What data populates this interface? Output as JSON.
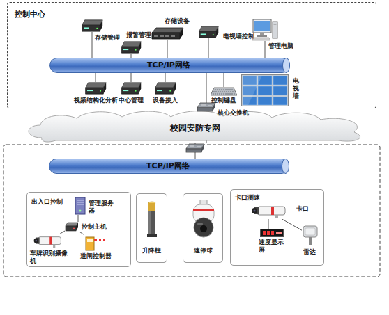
{
  "diagram": {
    "nodes": [
      {
        "text": [
          "控制中心"
        ]
      },
      {
        "text": [
          "存储管理"
        ],
        "in": 0
      },
      {
        "text": [
          "报警管理"
        ],
        "in": 0
      },
      {
        "text": [
          "存储设备"
        ],
        "in": 0
      },
      {
        "text": [
          "电视墙控制"
        ],
        "in": 0
      },
      {
        "text": [
          "管理电脑"
        ],
        "in": 0
      },
      {
        "text": [
          "TCP/IP网络"
        ],
        "in": 0
      },
      {
        "text": [
          "视频结构化分析"
        ],
        "in": 0
      },
      {
        "text": [
          "中心管理"
        ],
        "in": 0
      },
      {
        "text": [
          "设备接入"
        ],
        "in": 0
      },
      {
        "text": [
          "电视墙"
        ],
        "in": 0
      },
      {
        "text": [
          "控制键盘"
        ],
        "in": 0
      },
      {
        "text": [
          "核心交换机"
        ],
        "in": 0
      },
      {
        "text": [
          "校园安防专网"
        ]
      },
      {
        "text": [
          "TCP/IP网络"
        ]
      },
      {
        "text": [
          "出入口控制"
        ]
      },
      {
        "text": [
          "管理服务器"
        ],
        "in": 15
      },
      {
        "text": [
          "控制主机"
        ],
        "in": 15
      },
      {
        "text": [
          "车牌识别摄像机"
        ],
        "in": 15
      },
      {
        "text": [
          "道闸控制器"
        ],
        "in": 15
      },
      {
        "text": [
          "升降柱"
        ]
      },
      {
        "text": [
          "速停球"
        ]
      },
      {
        "text": [
          "卡口测速"
        ]
      },
      {
        "text": [
          "卡口"
        ],
        "in": 22
      },
      {
        "text": [
          "速度显示屏"
        ],
        "in": 22
      },
      {
        "text": [
          "雷达"
        ],
        "in": 22
      }
    ],
    "edges": [
      {
        "from": 1,
        "to": 6,
        "arrow": "none"
      },
      {
        "from": 2,
        "to": 6,
        "arrow": "none"
      },
      {
        "from": 3,
        "to": 6,
        "arrow": "none"
      },
      {
        "from": 4,
        "to": 6,
        "arrow": "none"
      },
      {
        "from": 5,
        "to": 6,
        "arrow": "none"
      },
      {
        "from": 7,
        "to": 6,
        "arrow": "none"
      },
      {
        "from": 8,
        "to": 6,
        "arrow": "none"
      },
      {
        "from": 9,
        "to": 6,
        "arrow": "none"
      },
      {
        "from": 11,
        "to": 6,
        "arrow": "none"
      },
      {
        "from": 12,
        "to": 6,
        "arrow": "none"
      },
      {
        "from": 12,
        "to": 13,
        "arrow": "none"
      },
      {
        "from": 13,
        "to": 14,
        "arrow": "none"
      },
      {
        "from": 16,
        "to": 17,
        "arrow": "none"
      },
      {
        "from": 17,
        "to": 18,
        "arrow": "none"
      },
      {
        "from": 17,
        "to": 19,
        "arrow": "none"
      },
      {
        "from": 23,
        "to": 24,
        "arrow": "none"
      },
      {
        "from": 23,
        "to": 25,
        "arrow": "none"
      }
    ]
  }
}
